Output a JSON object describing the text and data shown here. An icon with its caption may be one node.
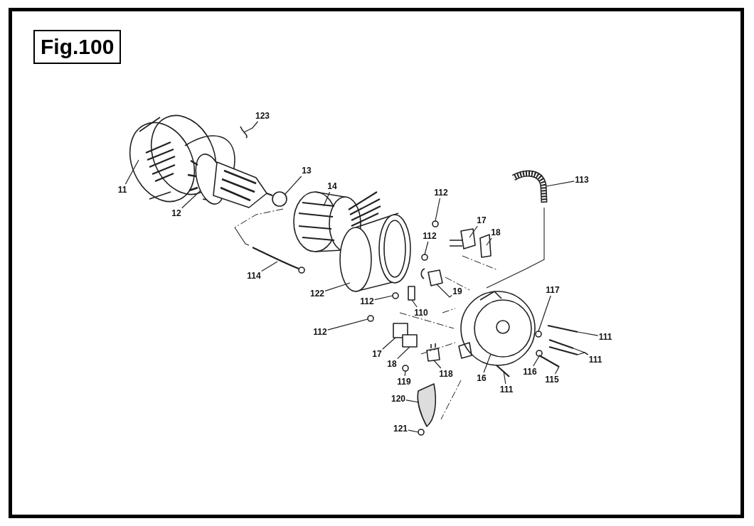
{
  "diagram": {
    "title": "Fig.100",
    "nodes": [
      {
        "text": [
          "123"
        ]
      },
      {
        "text": [
          "11"
        ]
      },
      {
        "text": [
          "12"
        ]
      },
      {
        "text": [
          "13"
        ]
      },
      {
        "text": [
          "14"
        ]
      },
      {
        "text": [
          "113"
        ]
      },
      {
        "text": [
          "112"
        ]
      },
      {
        "text": [
          "17"
        ]
      },
      {
        "text": [
          "18"
        ]
      },
      {
        "text": [
          "112"
        ]
      },
      {
        "text": [
          "114"
        ]
      },
      {
        "text": [
          "122"
        ]
      },
      {
        "text": [
          "112"
        ]
      },
      {
        "text": [
          "19"
        ]
      },
      {
        "text": [
          "110"
        ]
      },
      {
        "text": [
          "117"
        ]
      },
      {
        "text": [
          "112"
        ]
      },
      {
        "text": [
          "111"
        ]
      },
      {
        "text": [
          "17"
        ]
      },
      {
        "text": [
          "111"
        ]
      },
      {
        "text": [
          "18"
        ]
      },
      {
        "text": [
          "116"
        ]
      },
      {
        "text": [
          "118"
        ]
      },
      {
        "text": [
          "16"
        ]
      },
      {
        "text": [
          "111"
        ]
      },
      {
        "text": [
          "115"
        ]
      },
      {
        "text": [
          "119"
        ]
      },
      {
        "text": [
          "120"
        ]
      },
      {
        "text": [
          "121"
        ]
      },
      {
        "text": [],
        "shape": "picture"
      },
      {
        "text": [],
        "shape": "picture"
      },
      {
        "text": [],
        "shape": "picture"
      },
      {
        "text": [],
        "shape": "circle"
      },
      {
        "text": [],
        "shape": "picture"
      },
      {
        "text": [],
        "shape": "picture"
      },
      {
        "text": [],
        "shape": "circle"
      },
      {
        "text": [],
        "shape": "picture"
      },
      {
        "text": [],
        "shape": "picture"
      },
      {
        "text": [],
        "shape": "circle"
      },
      {
        "text": [],
        "shape": "picture"
      },
      {
        "text": [],
        "shape": "picture"
      },
      {
        "text": [],
        "shape": "circle"
      },
      {
        "text": [],
        "shape": "picture"
      },
      {
        "text": [],
        "shape": "box"
      },
      {
        "text": [],
        "shape": "circle"
      },
      {
        "text": [],
        "shape": "circle"
      },
      {
        "text": [],
        "shape": "picture"
      },
      {
        "text": [],
        "shape": "box"
      },
      {
        "text": [],
        "shape": "picture"
      },
      {
        "text": [],
        "shape": "picture"
      },
      {
        "text": [],
        "shape": "box"
      },
      {
        "text": [],
        "shape": "circle"
      },
      {
        "text": [],
        "shape": "picture"
      },
      {
        "text": [],
        "shape": "picture"
      },
      {
        "text": [],
        "shape": "picture"
      },
      {
        "text": [],
        "shape": "picture"
      },
      {
        "text": [],
        "shape": "circle"
      },
      {
        "text": [],
        "shape": "picture"
      },
      {
        "text": [],
        "shape": "circle"
      }
    ],
    "edges": [
      {
        "from": 0,
        "to": 29,
        "arrow": "none"
      },
      {
        "from": 1,
        "to": 30,
        "arrow": "none"
      },
      {
        "from": 2,
        "to": 31,
        "arrow": "none"
      },
      {
        "from": 3,
        "to": 32,
        "arrow": "none"
      },
      {
        "from": 4,
        "to": 33,
        "arrow": "none"
      },
      {
        "from": 5,
        "to": 34,
        "arrow": "none"
      },
      {
        "from": 6,
        "to": 35,
        "arrow": "none"
      },
      {
        "from": 7,
        "to": 36,
        "arrow": "none"
      },
      {
        "from": 8,
        "to": 37,
        "arrow": "none"
      },
      {
        "from": 9,
        "to": 38,
        "arrow": "none"
      },
      {
        "from": 10,
        "to": 39,
        "arrow": "none"
      },
      {
        "from": 11,
        "to": 40,
        "arrow": "none"
      },
      {
        "from": 12,
        "to": 41,
        "arrow": "none"
      },
      {
        "from": 13,
        "to": 42,
        "arrow": "none"
      },
      {
        "from": 14,
        "to": 43,
        "arrow": "none"
      },
      {
        "from": 15,
        "to": 44,
        "arrow": "none"
      },
      {
        "from": 16,
        "to": 45,
        "arrow": "none"
      },
      {
        "from": 17,
        "to": 46,
        "arrow": "none"
      },
      {
        "from": 18,
        "to": 47,
        "arrow": "none"
      },
      {
        "from": 19,
        "to": 48,
        "arrow": "none"
      },
      {
        "from": 19,
        "to": 49,
        "arrow": "none"
      },
      {
        "from": 20,
        "to": 50,
        "arrow": "none"
      },
      {
        "from": 21,
        "to": 51,
        "arrow": "none"
      },
      {
        "from": 22,
        "to": 52,
        "arrow": "none"
      },
      {
        "from": 23,
        "to": 53,
        "arrow": "none"
      },
      {
        "from": 24,
        "to": 54,
        "arrow": "none"
      },
      {
        "from": 25,
        "to": 55,
        "arrow": "none"
      },
      {
        "from": 26,
        "to": 56,
        "arrow": "none"
      },
      {
        "from": 27,
        "to": 57,
        "arrow": "none"
      },
      {
        "from": 28,
        "to": 58,
        "arrow": "none"
      }
    ]
  }
}
